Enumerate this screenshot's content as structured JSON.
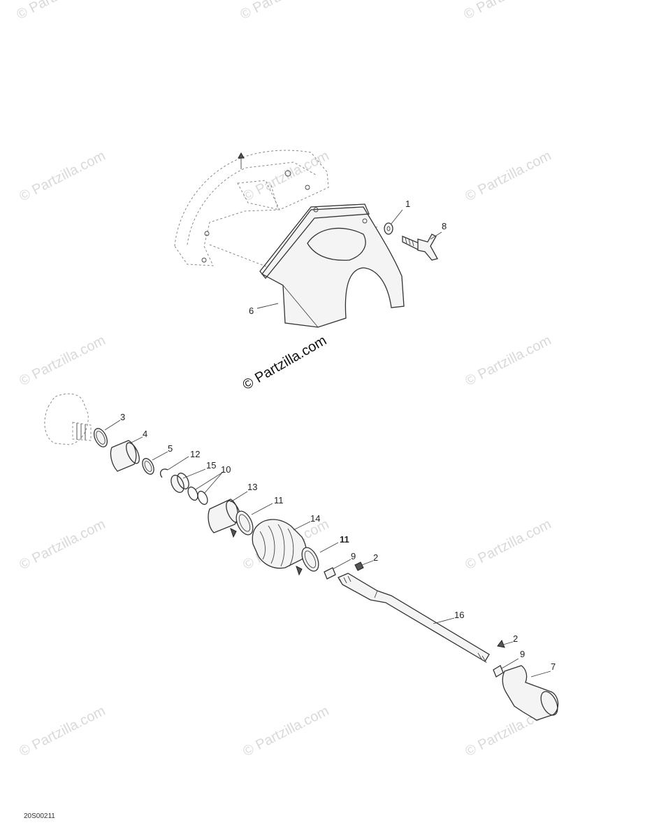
{
  "watermark": {
    "text": "© Partzilla.com",
    "center_text": "© Partzilla.com"
  },
  "figure_code": "20S00211",
  "callouts": {
    "c1": "1",
    "c8": "8",
    "c6": "6",
    "c3": "3",
    "c4": "4",
    "c5": "5",
    "c12": "12",
    "c15": "15",
    "c10": "10",
    "c13": "13",
    "c11a": "11",
    "c14": "14",
    "c11b": "11",
    "c9a": "9",
    "c2a": "2",
    "c16": "16",
    "c2b": "2",
    "c9b": "9",
    "c7": "7"
  }
}
